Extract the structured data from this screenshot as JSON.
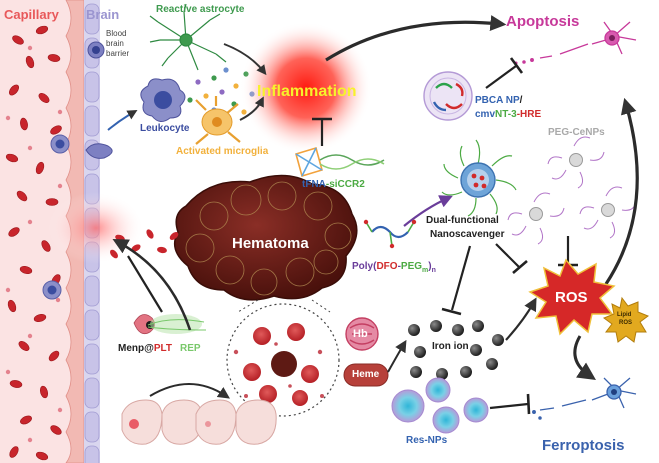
{
  "labels": {
    "capillary": "Capillary",
    "brain": "Brain",
    "bbb_line1": "Blood",
    "bbb_line2": "brain",
    "bbb_line3": "barrier",
    "reactive_astrocyte": "Reactive astrocyte",
    "leukocyte": "Leukocyte",
    "activated_microglia": "Activated microglia",
    "inflammation": "Inflammation",
    "apoptosis": "Apoptosis",
    "pbca_np": "PBCA NP",
    "slash": "/",
    "cmv": "cmv",
    "nt3": "NT-3",
    "hre": "-HRE",
    "tfna": "tFNA",
    "sirna": "-siCCR2",
    "peg_cenps": "PEG-CeNPs",
    "dual_line1": "Dual-functional",
    "dual_line2": "Nanoscavenger",
    "poly_prefix": "Poly(",
    "dfo": "DFO",
    "dash": "-",
    "peg": "PEG",
    "m_sub": "m",
    "poly_suffix": ")",
    "n_sub": "n",
    "hematoma": "Hematoma",
    "ros": "ROS",
    "lipid_line1": "Lipid",
    "lipid_line2": "ROS",
    "hb": "Hb",
    "heme": "Heme",
    "iron_ion": "Iron ion",
    "menp": "Menp@",
    "plt": "PLT",
    "rep": "REP",
    "res_nps": "Res-NPs",
    "ferroptosis": "Ferroptosis"
  },
  "colors": {
    "capillary": "#e8585a",
    "brain": "#9b95d0",
    "astrocyte": "#3e9a4e",
    "leukocyte": "#3b4da0",
    "microglia": "#f2b13c",
    "inflammation": "#f7f22b",
    "apoptosis": "#c7399a",
    "blue_text": "#3362b0",
    "green_text": "#4caa43",
    "red_text": "#d12b2b",
    "purple_text": "#8a46a8",
    "ros_fill": "#d62828",
    "lipid_fill": "#e2a91f",
    "heme_fill": "#b7403a",
    "hb_fill": "#c43f62",
    "rep": "#79c86b",
    "ferroptosis": "#3a62ad",
    "gray_text": "#a9a9a9",
    "dark": "#222222"
  }
}
